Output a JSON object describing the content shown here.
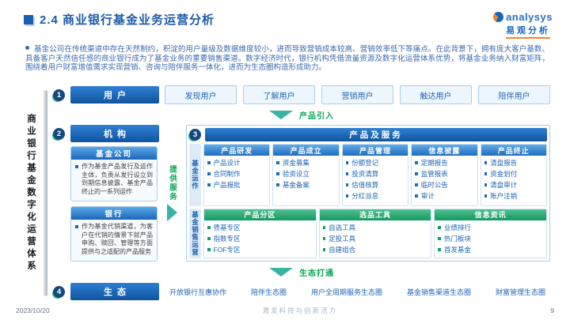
{
  "header": {
    "title": "2.4 商业银行基金业务运营分析",
    "logo_brand": "analysys",
    "logo_sub": "易观分析"
  },
  "intro": {
    "text": "基金公司在传统渠道中存在天然制约，积淀的用户量级及数据维度较小，进而导致营销成本较高、营销效率低下等痛点。在此背景下，拥有庞大客户基数、具备客户天然信任感的商业银行成为了基金业务的重要销售渠道。数字经济时代，银行机构凭借流量资源及数字化运营体系优势，将基金业务纳入财富矩阵，围绕着用户财富增值需求实现营销、咨询与陪伴服务一体化，进而为生态圈构造形成助力。"
  },
  "diagram": {
    "side_label": "商业银行基金数字化运营体系",
    "user_row": {
      "num": "1",
      "header": "用户",
      "items": [
        "发现用户",
        "了解用户",
        "营销用户",
        "触达用户",
        "陪伴用户"
      ]
    },
    "arrow_product_intro": "产品引入",
    "org_row": {
      "num": "2",
      "header": "机构",
      "cards": [
        {
          "title": "基金公司",
          "desc": "作为基金产品发行及运作主体，负责从发行设立到到期信息披露、基金产品终止的一系列运作"
        },
        {
          "title": "银行",
          "desc": "作为基金代销渠道，为客户在代销的情景下就产品申购、赎回、管理等方面提供与之适配的产品服务"
        }
      ]
    },
    "serve_arrow": "提供服务",
    "products": {
      "num": "3",
      "header": "产品及服务",
      "operation": {
        "side": "基金运作",
        "columns": [
          {
            "title": "产品研发",
            "items": [
              "产品设计",
              "合同制作",
              "产品报批"
            ]
          },
          {
            "title": "产品成立",
            "items": [
              "资金募集",
              "验资设立",
              "基金备案"
            ]
          },
          {
            "title": "产品管理",
            "items": [
              "份额登记",
              "投资清算",
              "估值核算",
              "分红派息"
            ]
          },
          {
            "title": "信息披露",
            "items": [
              "定期报告",
              "监管报表",
              "临时公告",
              "审计"
            ]
          },
          {
            "title": "产品终止",
            "items": [
              "清盘报告",
              "资金划付",
              "清盘审计",
              "账户注销"
            ]
          }
        ]
      },
      "sales": {
        "side": "基金销售运营",
        "columns": [
          {
            "title": "产品分区",
            "items": [
              "债基专区",
              "指数专区",
              "FOF专区"
            ]
          },
          {
            "title": "选品工具",
            "items": [
              "自选工具",
              "定投工具",
              "自建组合"
            ]
          },
          {
            "title": "信息资讯",
            "items": [
              "业绩排行",
              "热门板块",
              "首发基金"
            ]
          }
        ]
      }
    },
    "arrow_eco": "生态打通",
    "eco_row": {
      "num": "4",
      "header": "生态",
      "items": [
        "开放银行互惠协作",
        "陪伴生态圈",
        "用户全周期服务生态圈",
        "基金销售渠道生态圈",
        "财富管理生态圈"
      ]
    }
  },
  "footer": {
    "date": "2023/10/20",
    "slogan": "激发科技与创新活力",
    "page": "9"
  },
  "colors": {
    "primary_blue": "#1565b8",
    "accent_green": "#00a651",
    "arrow_teal": "#3ab2a4",
    "logo_orange": "#f5821f"
  }
}
